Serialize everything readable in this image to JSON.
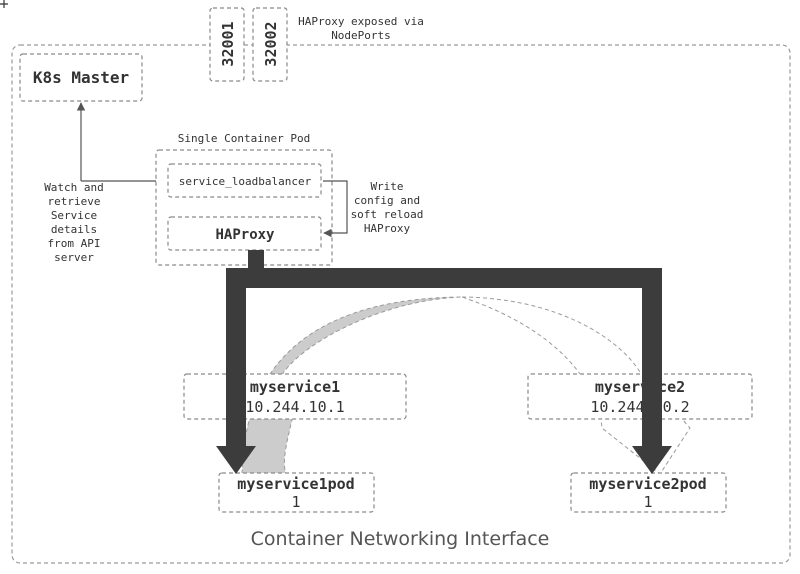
{
  "cluster": {
    "label": "Container Networking Interface"
  },
  "nodeports": {
    "port_a": "32001",
    "port_b": "32002",
    "caption_line1": "HAProxy exposed via",
    "caption_line2": "NodePorts"
  },
  "master": {
    "label": "K8s Master"
  },
  "watch_label": {
    "line1": "Watch and",
    "line2": "retrieve",
    "line3": "Service",
    "line4": "details",
    "line5": "from API",
    "line6": "server"
  },
  "pod": {
    "title": "Single Container Pod",
    "loadbalancer": "service_loadbalancer",
    "haproxy": "HAProxy"
  },
  "write_label": {
    "line1": "Write",
    "line2": "config and",
    "line3": "soft reload",
    "line4": "HAProxy"
  },
  "services": [
    {
      "name": "myservice1",
      "ip": "10.244.10.1"
    },
    {
      "name": "myservice2",
      "ip": "10.244.10.2"
    }
  ],
  "pods": [
    {
      "name": "myservice1pod",
      "count": "1"
    },
    {
      "name": "myservice2pod",
      "count": "1"
    }
  ],
  "colors": {
    "thick_arrow": "#3c3c3c",
    "shaded_flow": "#cccccc",
    "dashed_border": "#8a8a8a"
  }
}
